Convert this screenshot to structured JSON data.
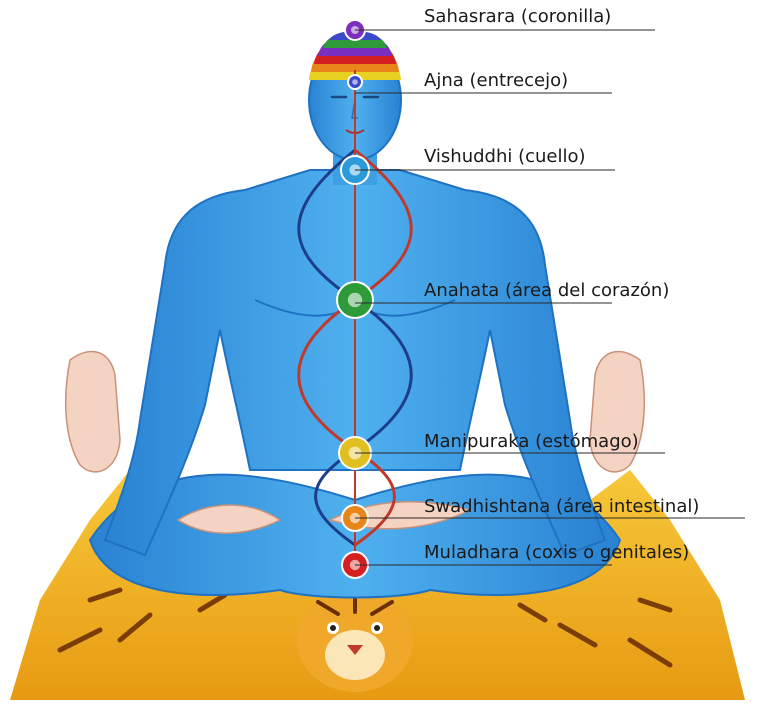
{
  "chakras": [
    {
      "label": "Sahasrara (coronilla)",
      "color": "#7b2fbf"
    },
    {
      "label": "Ajna (entrecejo)",
      "color": "#3a49c9"
    },
    {
      "label": "Vishuddhi (cuello)",
      "color": "#2c9ad8"
    },
    {
      "label": "Anahata (área del corazón)",
      "color": "#2e9a3a"
    },
    {
      "label": "Manipuraka (estómago)",
      "color": "#e0c020"
    },
    {
      "label": "Swadhishtana (área intestinal)",
      "color": "#e8851a"
    },
    {
      "label": "Muladhara (coxis o genitales)",
      "color": "#d42020"
    }
  ],
  "colors": {
    "skin": "#3f9fe3",
    "skin_dark": "#1f72c2",
    "tiger": "#f2b41c",
    "nadi_pingala": "#c0392b",
    "nadi_ida": "#1c3e8a"
  }
}
